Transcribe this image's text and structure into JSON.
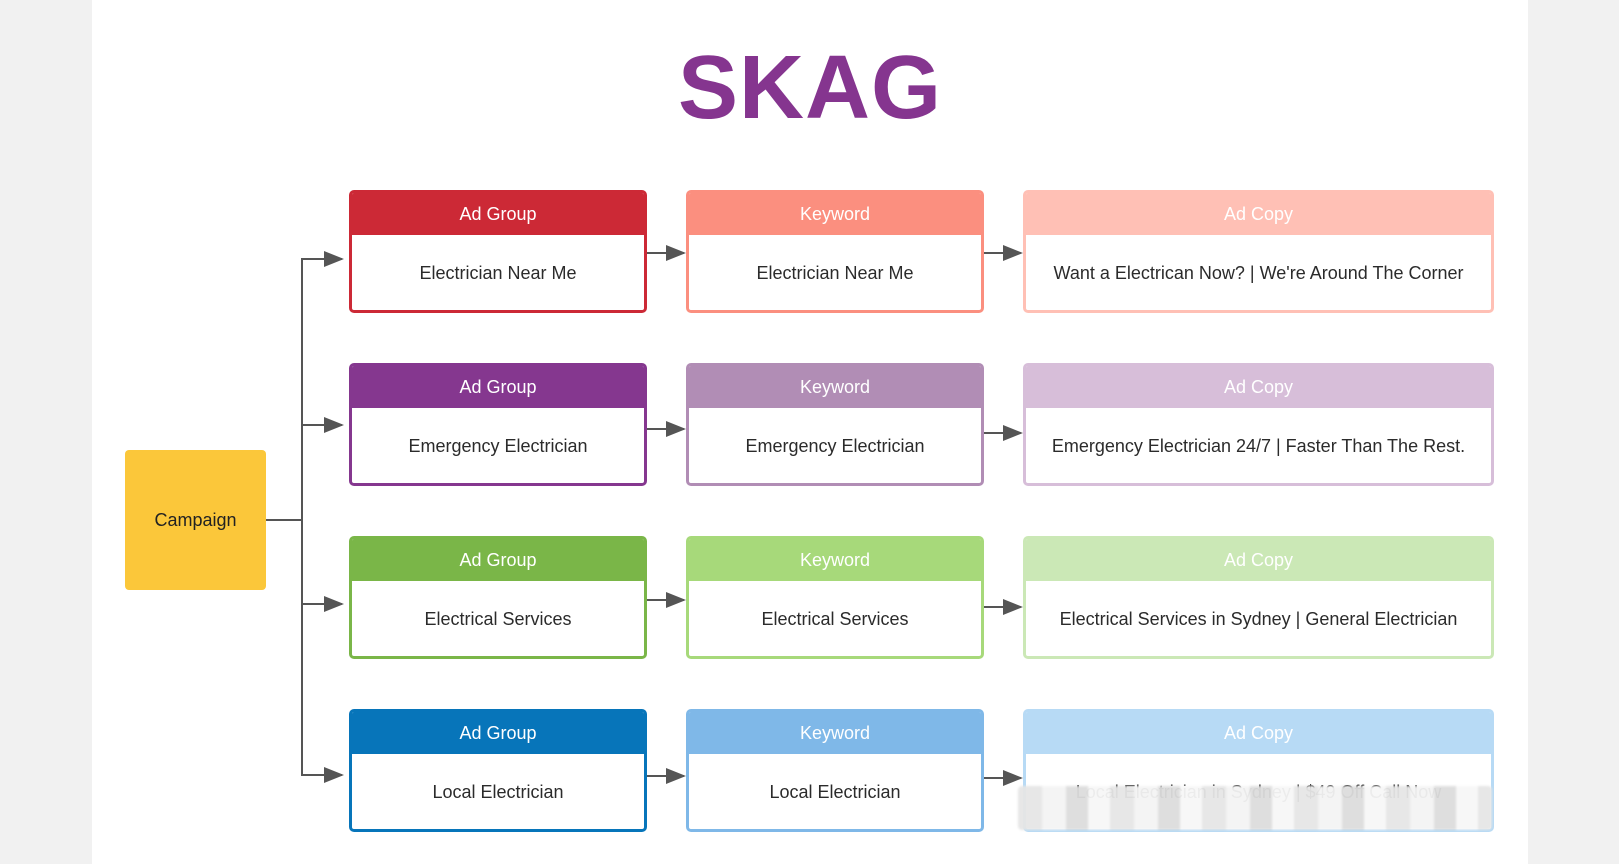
{
  "title": "SKAG",
  "campaign": "Campaign",
  "rows": [
    {
      "ad_group_title": "Ad Group",
      "ad_group_text": "Electrician Near Me",
      "keyword_title": "Keyword",
      "keyword_text": "Electrician Near Me",
      "ad_copy_title": "Ad Copy",
      "ad_copy_text": "Want a Electrican Now? | We're Around The Corner"
    },
    {
      "ad_group_title": "Ad Group",
      "ad_group_text": "Emergency Electrician",
      "keyword_title": "Keyword",
      "keyword_text": "Emergency Electrician",
      "ad_copy_title": "Ad Copy",
      "ad_copy_text": "Emergency Electrician 24/7 | Faster Than The Rest."
    },
    {
      "ad_group_title": "Ad Group",
      "ad_group_text": "Electrical Services",
      "keyword_title": "Keyword",
      "keyword_text": "Electrical Services",
      "ad_copy_title": "Ad Copy",
      "ad_copy_text": "Electrical Services in Sydney | General Electrician"
    },
    {
      "ad_group_title": "Ad Group",
      "ad_group_text": "Local Electrician",
      "keyword_title": "Keyword",
      "keyword_text": "Local Electrician",
      "ad_copy_title": "Ad Copy",
      "ad_copy_text": "Local Electrician in Sydney | $49 Off Call Now"
    }
  ],
  "colors": {
    "title": "#85358f",
    "campaign": "#fbc73a",
    "connector": "#555555",
    "row_1_ad_group": "#cc2936",
    "row_1_keyword": "#fb8f7f",
    "row_1_ad_copy": "#ffc0b5",
    "row_2_ad_group": "#85378f",
    "row_2_keyword": "#b18db5",
    "row_2_ad_copy": "#d7bed9",
    "row_3_ad_group": "#7ab648",
    "row_3_keyword": "#a7d97a",
    "row_3_ad_copy": "#cbe8b6",
    "row_4_ad_group": "#0775ba",
    "row_4_keyword": "#7fb8e8",
    "row_4_ad_copy": "#b7daf5"
  }
}
